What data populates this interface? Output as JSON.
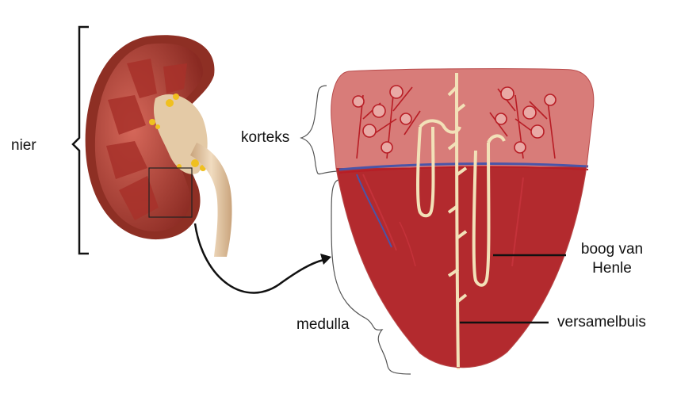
{
  "labels": {
    "nier": "nier",
    "korteks": "korteks",
    "medulla": "medulla",
    "boog_van_henle_line1": "boog van",
    "boog_van_henle_line2": "Henle",
    "versamelbuis": "versamelbuis"
  },
  "colors": {
    "kidney_outer": "#8e2f24",
    "kidney_cortex": "#c4574a",
    "pyramid": "#a8312a",
    "pelvis": "#e4caa6",
    "fat": "#f0c020",
    "cortex_fill": "#d97b78",
    "medulla_fill": "#b52b2e",
    "tubule": "#f2e1b8",
    "vessel_red": "#b81d25",
    "vessel_blue": "#4a55a8"
  }
}
